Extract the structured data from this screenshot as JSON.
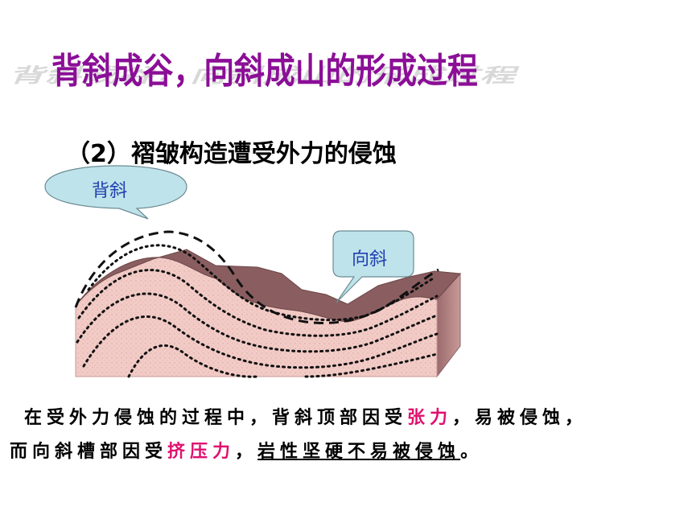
{
  "title": "背斜成谷，向斜成山的形成过程",
  "subtitle": "（2）褶皱构造遭受外力的侵蚀",
  "callouts": {
    "anticline": "背斜",
    "syncline": "向斜"
  },
  "caption": {
    "line1_a": "在受外力侵蚀的过程中，背斜顶部因受",
    "line1_highlight": "张力",
    "line1_b": "，易被侵蚀，",
    "line2_a": "而向斜槽部因受",
    "line2_highlight": "挤压力",
    "line2_b": "，",
    "line2_underlined": "岩性坚硬不易被侵蚀",
    "line2_end": "。"
  },
  "colors": {
    "title": "#8b0e97",
    "highlight": "#e0106e",
    "callout_fill": "#bfe3ea",
    "callout_text": "#1f3fb0",
    "rock_front": "#f0c8c4",
    "rock_top": "#8a5e60"
  }
}
